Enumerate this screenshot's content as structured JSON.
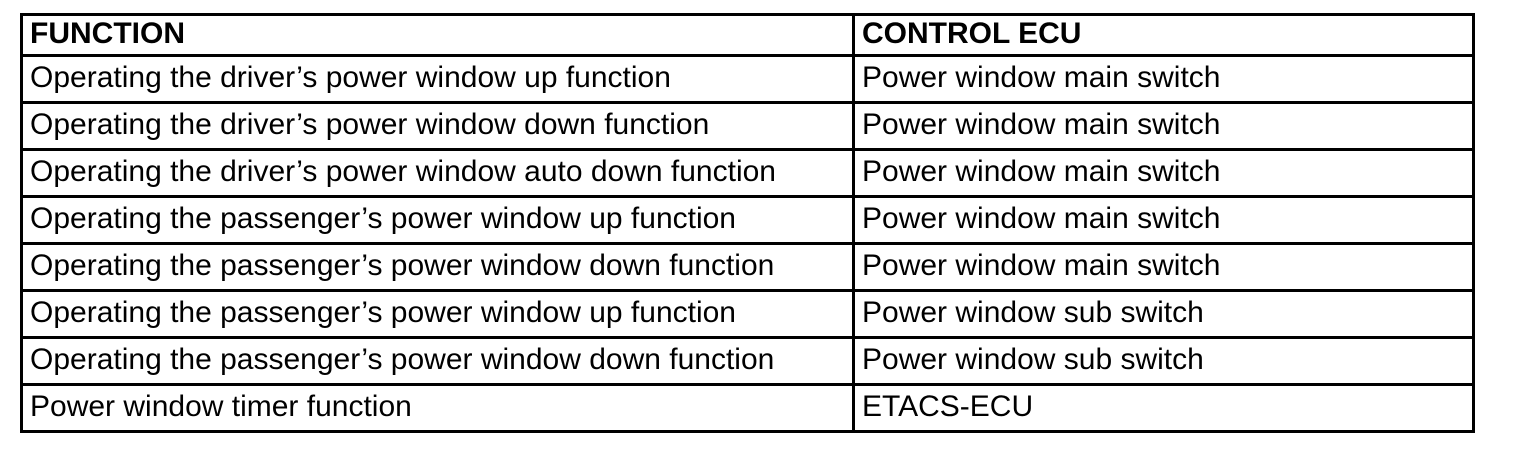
{
  "table": {
    "header": {
      "function": "FUNCTION",
      "ecu": "CONTROL ECU"
    },
    "rows": [
      {
        "function": "Operating the driver’s power window up function",
        "ecu": "Power window main switch"
      },
      {
        "function": "Operating the driver’s power window down function",
        "ecu": "Power window main switch"
      },
      {
        "function": "Operating the driver’s power window auto down function",
        "ecu": "Power window main switch"
      },
      {
        "function": "Operating the passenger’s power window up function",
        "ecu": "Power window main switch"
      },
      {
        "function": "Operating the passenger’s power window down function",
        "ecu": "Power window main switch"
      },
      {
        "function": "Operating the passenger’s power window up function",
        "ecu": "Power window sub switch"
      },
      {
        "function": "Operating the passenger’s power window down function",
        "ecu": "Power window sub switch"
      },
      {
        "function": "Power window timer function",
        "ecu": "ETACS-ECU"
      }
    ],
    "colors": {
      "border": "#000000",
      "text": "#000000",
      "background": "#ffffff"
    }
  }
}
